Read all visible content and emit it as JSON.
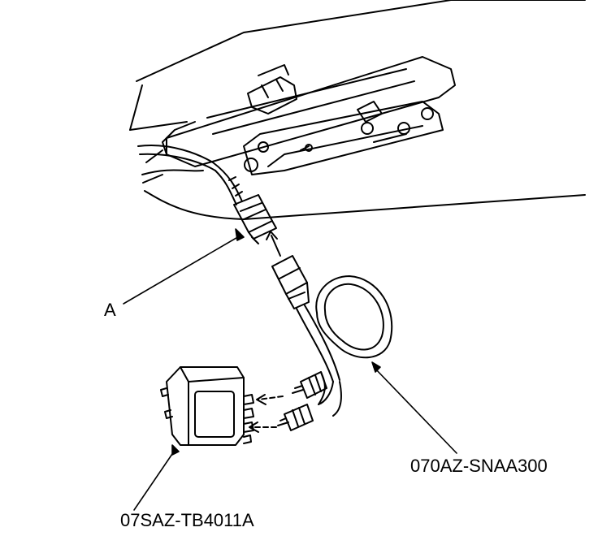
{
  "callouts": {
    "a": "A",
    "harness": "070AZ-SNAA300",
    "box": "07SAZ-TB4011A"
  },
  "colors": {
    "line": "#000000",
    "background": "#ffffff"
  }
}
